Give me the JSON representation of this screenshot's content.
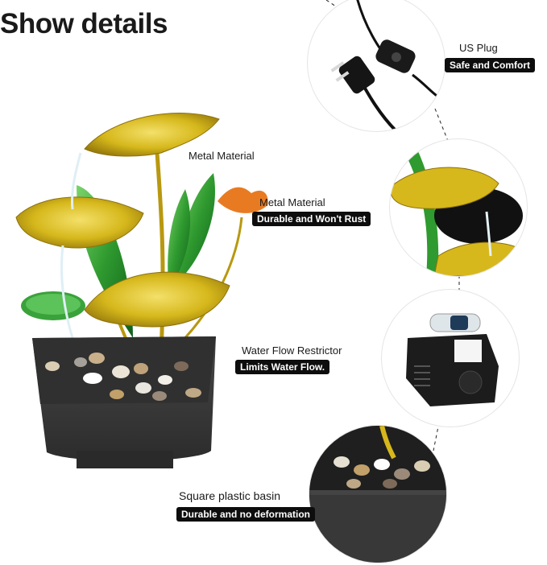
{
  "heading": "Show details",
  "features": [
    {
      "label": "US Plug",
      "tag": "Safe and Comfort"
    },
    {
      "label": "Metal Material",
      "tag": ""
    },
    {
      "label": "Metal Material",
      "tag": "Durable and Won't Rust"
    },
    {
      "label": "Water Flow Restrictor",
      "tag": "Limits Water Flow."
    },
    {
      "label": "Square plastic basin",
      "tag": "Durable and no deformation"
    }
  ],
  "colors": {
    "leaf_gold": "#d6b81c",
    "leaf_green": "#2f9a2f",
    "basin": "#3a3a3a",
    "badge": "#0d0d0d"
  }
}
